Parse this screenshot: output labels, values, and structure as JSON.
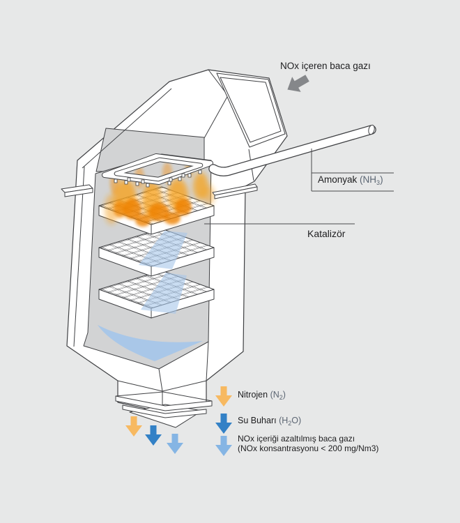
{
  "canvas": {
    "background": "#e7e8e8"
  },
  "labels": {
    "inlet": "NOx içeren baca gazı",
    "ammonia": {
      "name": "Amonyak",
      "formula_pre": "(NH",
      "formula_sub": "3",
      "formula_post": ")"
    },
    "catalyst": "Katalizör"
  },
  "legend": {
    "items": [
      {
        "label": "Nitrojen",
        "formula_pre": "(N",
        "formula_sub": "2",
        "formula_post": ")",
        "arrow_color": "#f7b961"
      },
      {
        "label": "Su Buharı",
        "formula_pre": "(H",
        "formula_sub": "2",
        "formula_post": "O)",
        "arrow_color": "#3381c6"
      },
      {
        "label": "NOx içeriği azaltılmış baca gazı",
        "label_line2": "(NOx konsantrasyonu < 200 mg/Nm3)",
        "arrow_color": "#85b5e4"
      }
    ]
  },
  "outlet_arrows": [
    {
      "name": "nitrogen-out",
      "color": "#f7b961"
    },
    {
      "name": "steam-out",
      "color": "#3381c6"
    },
    {
      "name": "clean-gas-out",
      "color": "#85b5e4"
    }
  ],
  "diagram_colors": {
    "inlet_arrow": "#85878a",
    "line": "#3f4043",
    "interior_gray": "#d2d3d4",
    "hot_gas_orange": "#f29110",
    "flow_blue": "#a6c6e9"
  }
}
